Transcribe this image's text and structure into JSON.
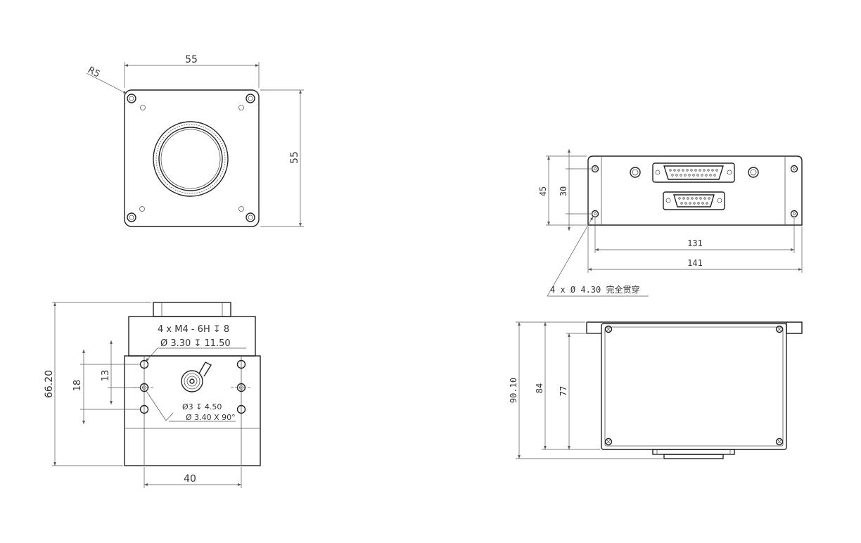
{
  "front_view": {
    "width_dim": "55",
    "height_dim": "55",
    "radius_note": "R5"
  },
  "side_view": {
    "height_dim": "66.20",
    "width_dim": "40",
    "dim_18": "18",
    "dim_13": "13",
    "thread_note_1": "4 x  M4 - 6H ↧ 8",
    "thread_note_2": "Ø  3.30 ↧  11.50",
    "hole_note_1": "Ø3 ↧ 4.50",
    "hole_note_2": "Ø 3.40 X 90°"
  },
  "connector_view": {
    "dim_45": "45",
    "dim_30": "30",
    "dim_131": "131",
    "dim_141": "141",
    "hole_note": "4 x  Ø  4.30 完全贯穿"
  },
  "top_view": {
    "dim_9010": "90.10",
    "dim_84": "84",
    "dim_77": "77"
  }
}
